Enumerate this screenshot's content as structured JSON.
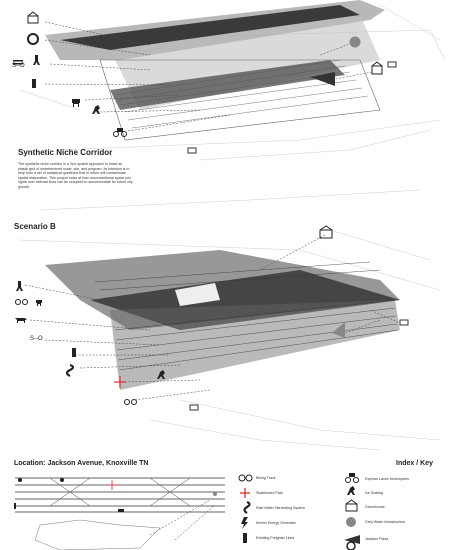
{
  "titles": {
    "corridor": "Synthetic Niche Corridor",
    "scenario": "Scenario B",
    "location": "Location: Jackson Avenue, Knoxville TN",
    "index": "Index / Key"
  },
  "corridor_text": "The synthetic niche corridor is a 3'po spatial approach to intact an elastic grid of undetermined scale, site, and program. Its intention is to help form a set of analytical questions that in return will contaminate spatial elaboration. This project looks at how unconventional space join rights over railroad lines can be occupied to accommodate for future city growth.",
  "legend_left": [
    {
      "icon": "bicycle-icon",
      "label": "Biking Track"
    },
    {
      "icon": "plus-icon",
      "label": "Skateboard Park"
    },
    {
      "icon": "rain-water-icon",
      "label": "Rain Water Harvesting System"
    },
    {
      "icon": "kinetic-energy-icon",
      "label": "Kinetic Energy Generator"
    },
    {
      "icon": "rail-icon",
      "label": "Exisiting Freighter Lines"
    }
  ],
  "legend_right": [
    {
      "icon": "motorcycle-icon",
      "label": "Express Lanes Motorcycles"
    },
    {
      "icon": "skater-icon",
      "label": "Ice Skating"
    },
    {
      "icon": "greenhouse-icon",
      "label": "Greenhouse"
    },
    {
      "icon": "circle-icon",
      "label": "Grey Water Infrastructure"
    },
    {
      "icon": "wedge-icon",
      "label": "Jackson Plaza"
    }
  ],
  "colors": {
    "accent_red": "#e0302a",
    "ink": "#222222",
    "grey": "#8a8a8a"
  }
}
